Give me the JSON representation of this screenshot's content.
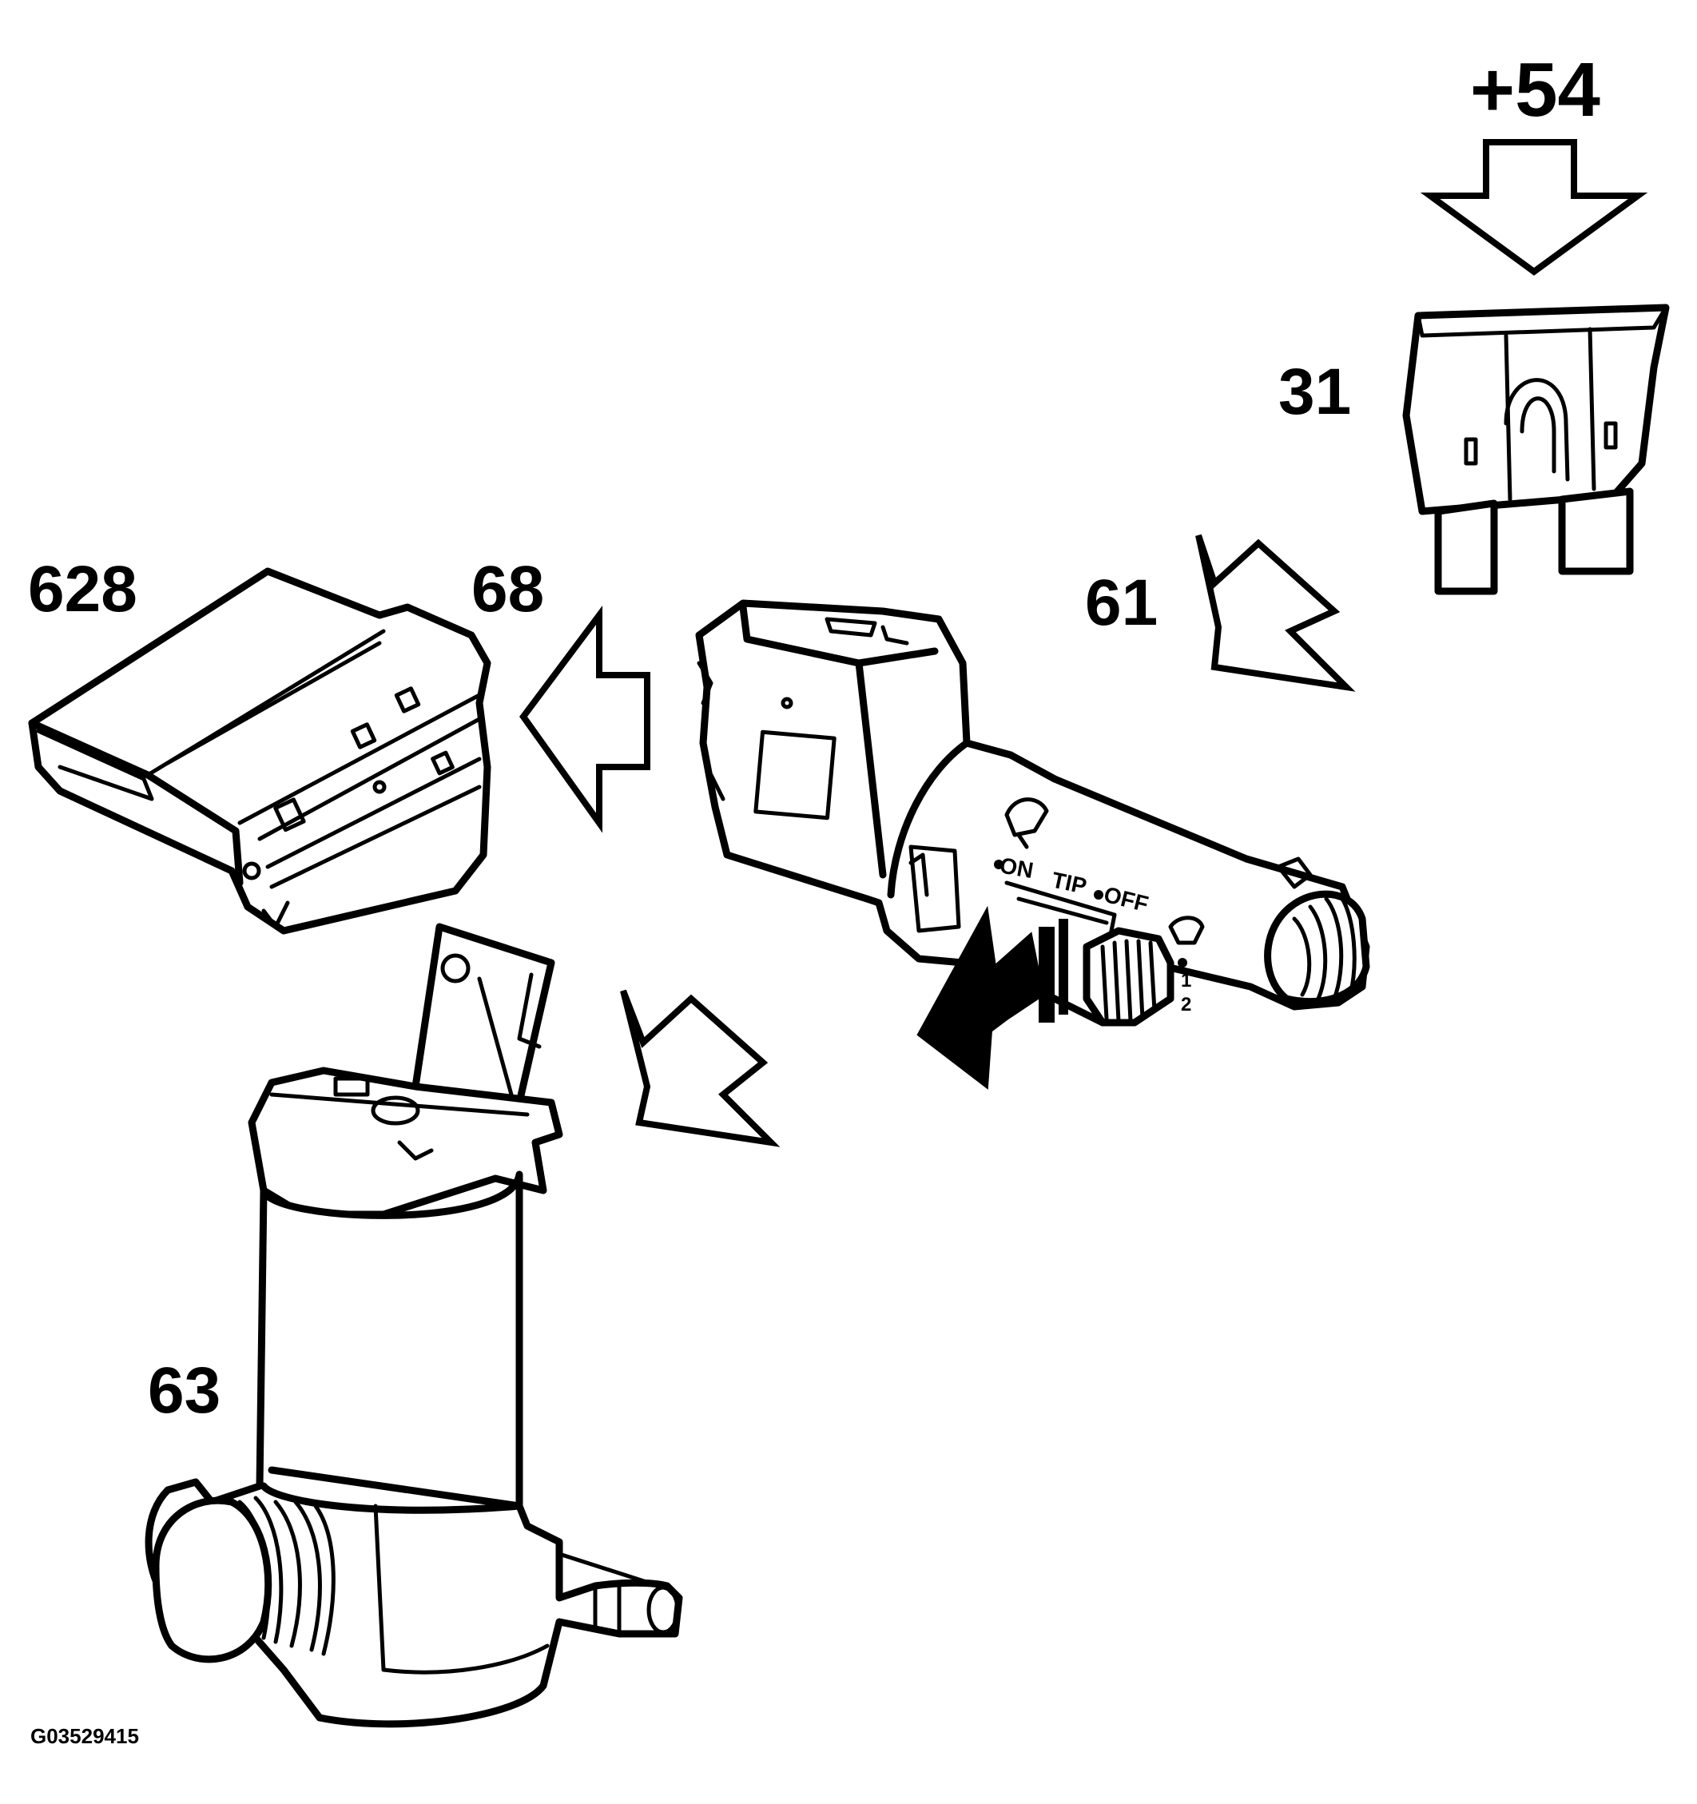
{
  "labels": {
    "supply": "+54",
    "fuse": "31",
    "switch_input": "61",
    "module": "628",
    "module_signal": "68",
    "pump": "63"
  },
  "switch_markings": {
    "on": "ON",
    "tip": "TIP",
    "off": "OFF",
    "pos_1": "1",
    "pos_2": "2"
  },
  "figure_id": "G03529415"
}
